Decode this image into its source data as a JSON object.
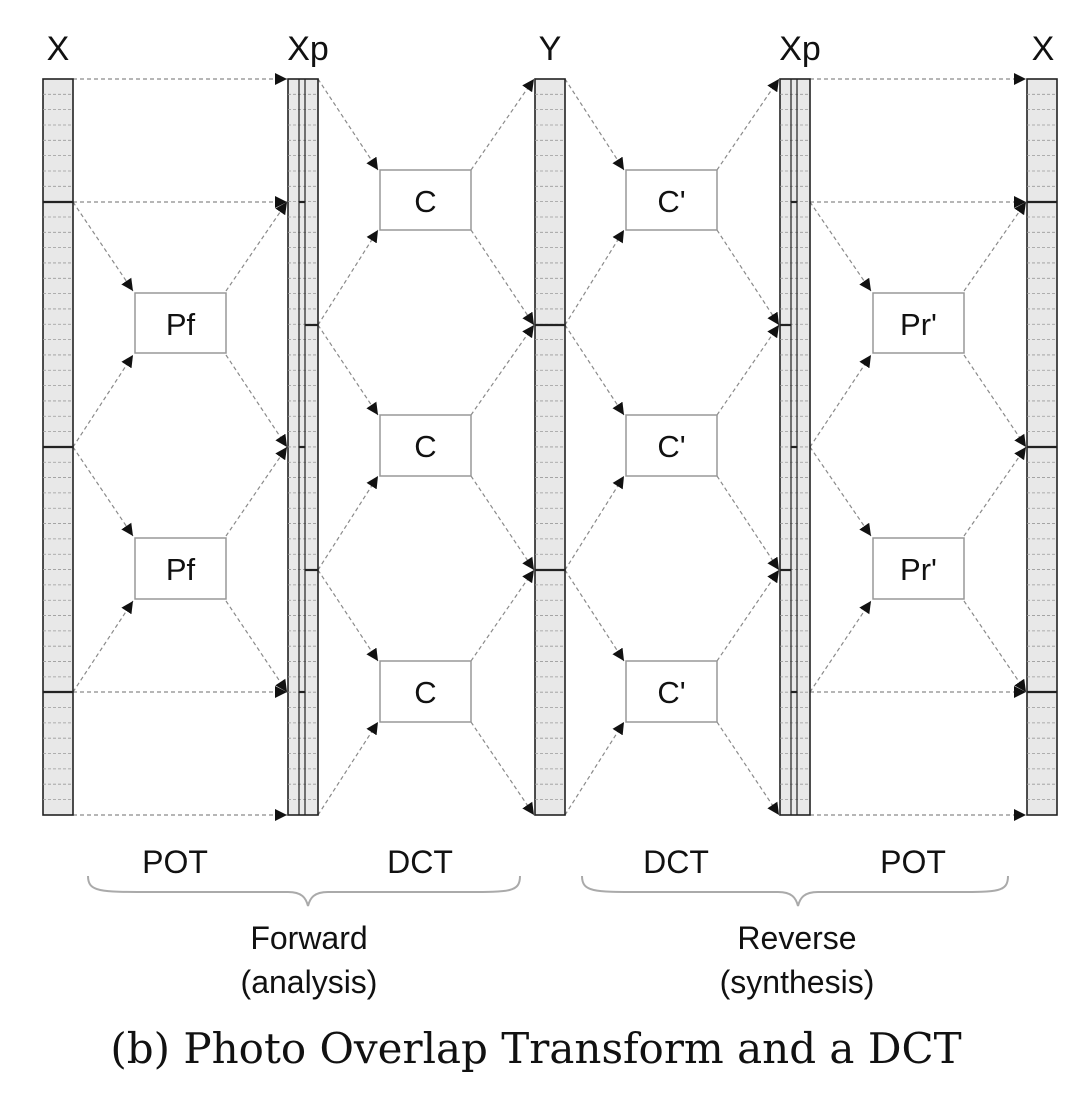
{
  "columns": {
    "x_in": "X",
    "xp_fwd": "Xp",
    "y": "Y",
    "xp_rev": "Xp",
    "x_out": "X"
  },
  "blocks": {
    "pf": "Pf",
    "c": "C",
    "c_prime": "C'",
    "pr_prime": "Pr'"
  },
  "stages": {
    "pot_forward": "POT",
    "dct_forward": "DCT",
    "dct_reverse": "DCT",
    "pot_reverse": "POT"
  },
  "groups": {
    "forward_line1": "Forward",
    "forward_line2": "(analysis)",
    "reverse_line1": "Reverse",
    "reverse_line2": "(synthesis)"
  },
  "caption": "(b) Photo Overlap Transform and a DCT",
  "colors": {
    "vector_fill": "#e8e8e8",
    "stroke": "#222222",
    "dash": "#8a8a8a",
    "box_stroke": "#999999"
  }
}
